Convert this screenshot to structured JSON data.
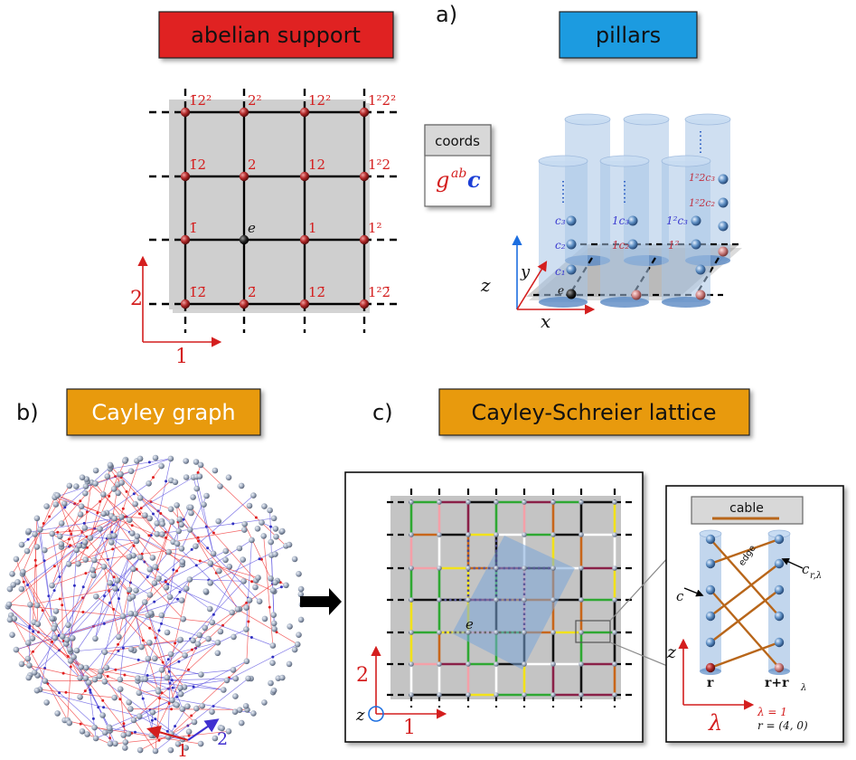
{
  "titles": {
    "abelian": "abelian support",
    "pillars": "pillars",
    "cayley": "Cayley graph",
    "cs_lattice": "Cayley-Schreier lattice"
  },
  "panel_labels": {
    "a": "a)",
    "b": "b)",
    "c": "c)"
  },
  "grid_labels": {
    "row_top": [
      "1̄2²",
      "2²",
      "12²",
      "1²2²"
    ],
    "row_2": [
      "1̄2",
      "2",
      "12",
      "1²2"
    ],
    "row_3": [
      "1̄",
      "e",
      "1",
      "1²"
    ],
    "row_bottom": [
      "1̄2̄",
      "2̄",
      "12̄",
      "1²2̄"
    ]
  },
  "axes_a": {
    "x": "1",
    "y": "2"
  },
  "coords": {
    "header": "coords",
    "g": "g",
    "ab": "ab",
    "c": "c"
  },
  "pillar_labels": {
    "c1": "c₁",
    "c2": "c₂",
    "c3": "c₃",
    "e": "e",
    "p2c2": "1c₂",
    "p2c3": "1c₃",
    "p3c2": "1²",
    "p3c3": "1²c₃",
    "p4c2": "1²2c₂",
    "p4c3": "1²2c₃",
    "ax_z": "z",
    "ax_y": "y",
    "ax_x": "x"
  },
  "cayley_axes": {
    "a": "1",
    "b": "2"
  },
  "lattice": {
    "e": "e",
    "ax1": "1",
    "ax2": "2",
    "axz": "z"
  },
  "cable": {
    "title": "cable",
    "edge": "edge",
    "c": "c",
    "c_r": "c",
    "c_r_sub": "r,λ",
    "r": "r",
    "r_plus": "r+r",
    "r_plus_sub": "λ",
    "lambda_axis": "λ",
    "z_axis": "z",
    "lambda_val": "λ = 1",
    "r_val": "r = (4, 0)"
  },
  "colors": {
    "red_title": "#e02020",
    "blue_title": "#1a9be0",
    "orange_title": "#e89a10",
    "label_red": "#d41e1e",
    "label_blue": "#1c3fd6",
    "brown": "#b8661a",
    "pillar": "#a8c4e6"
  }
}
